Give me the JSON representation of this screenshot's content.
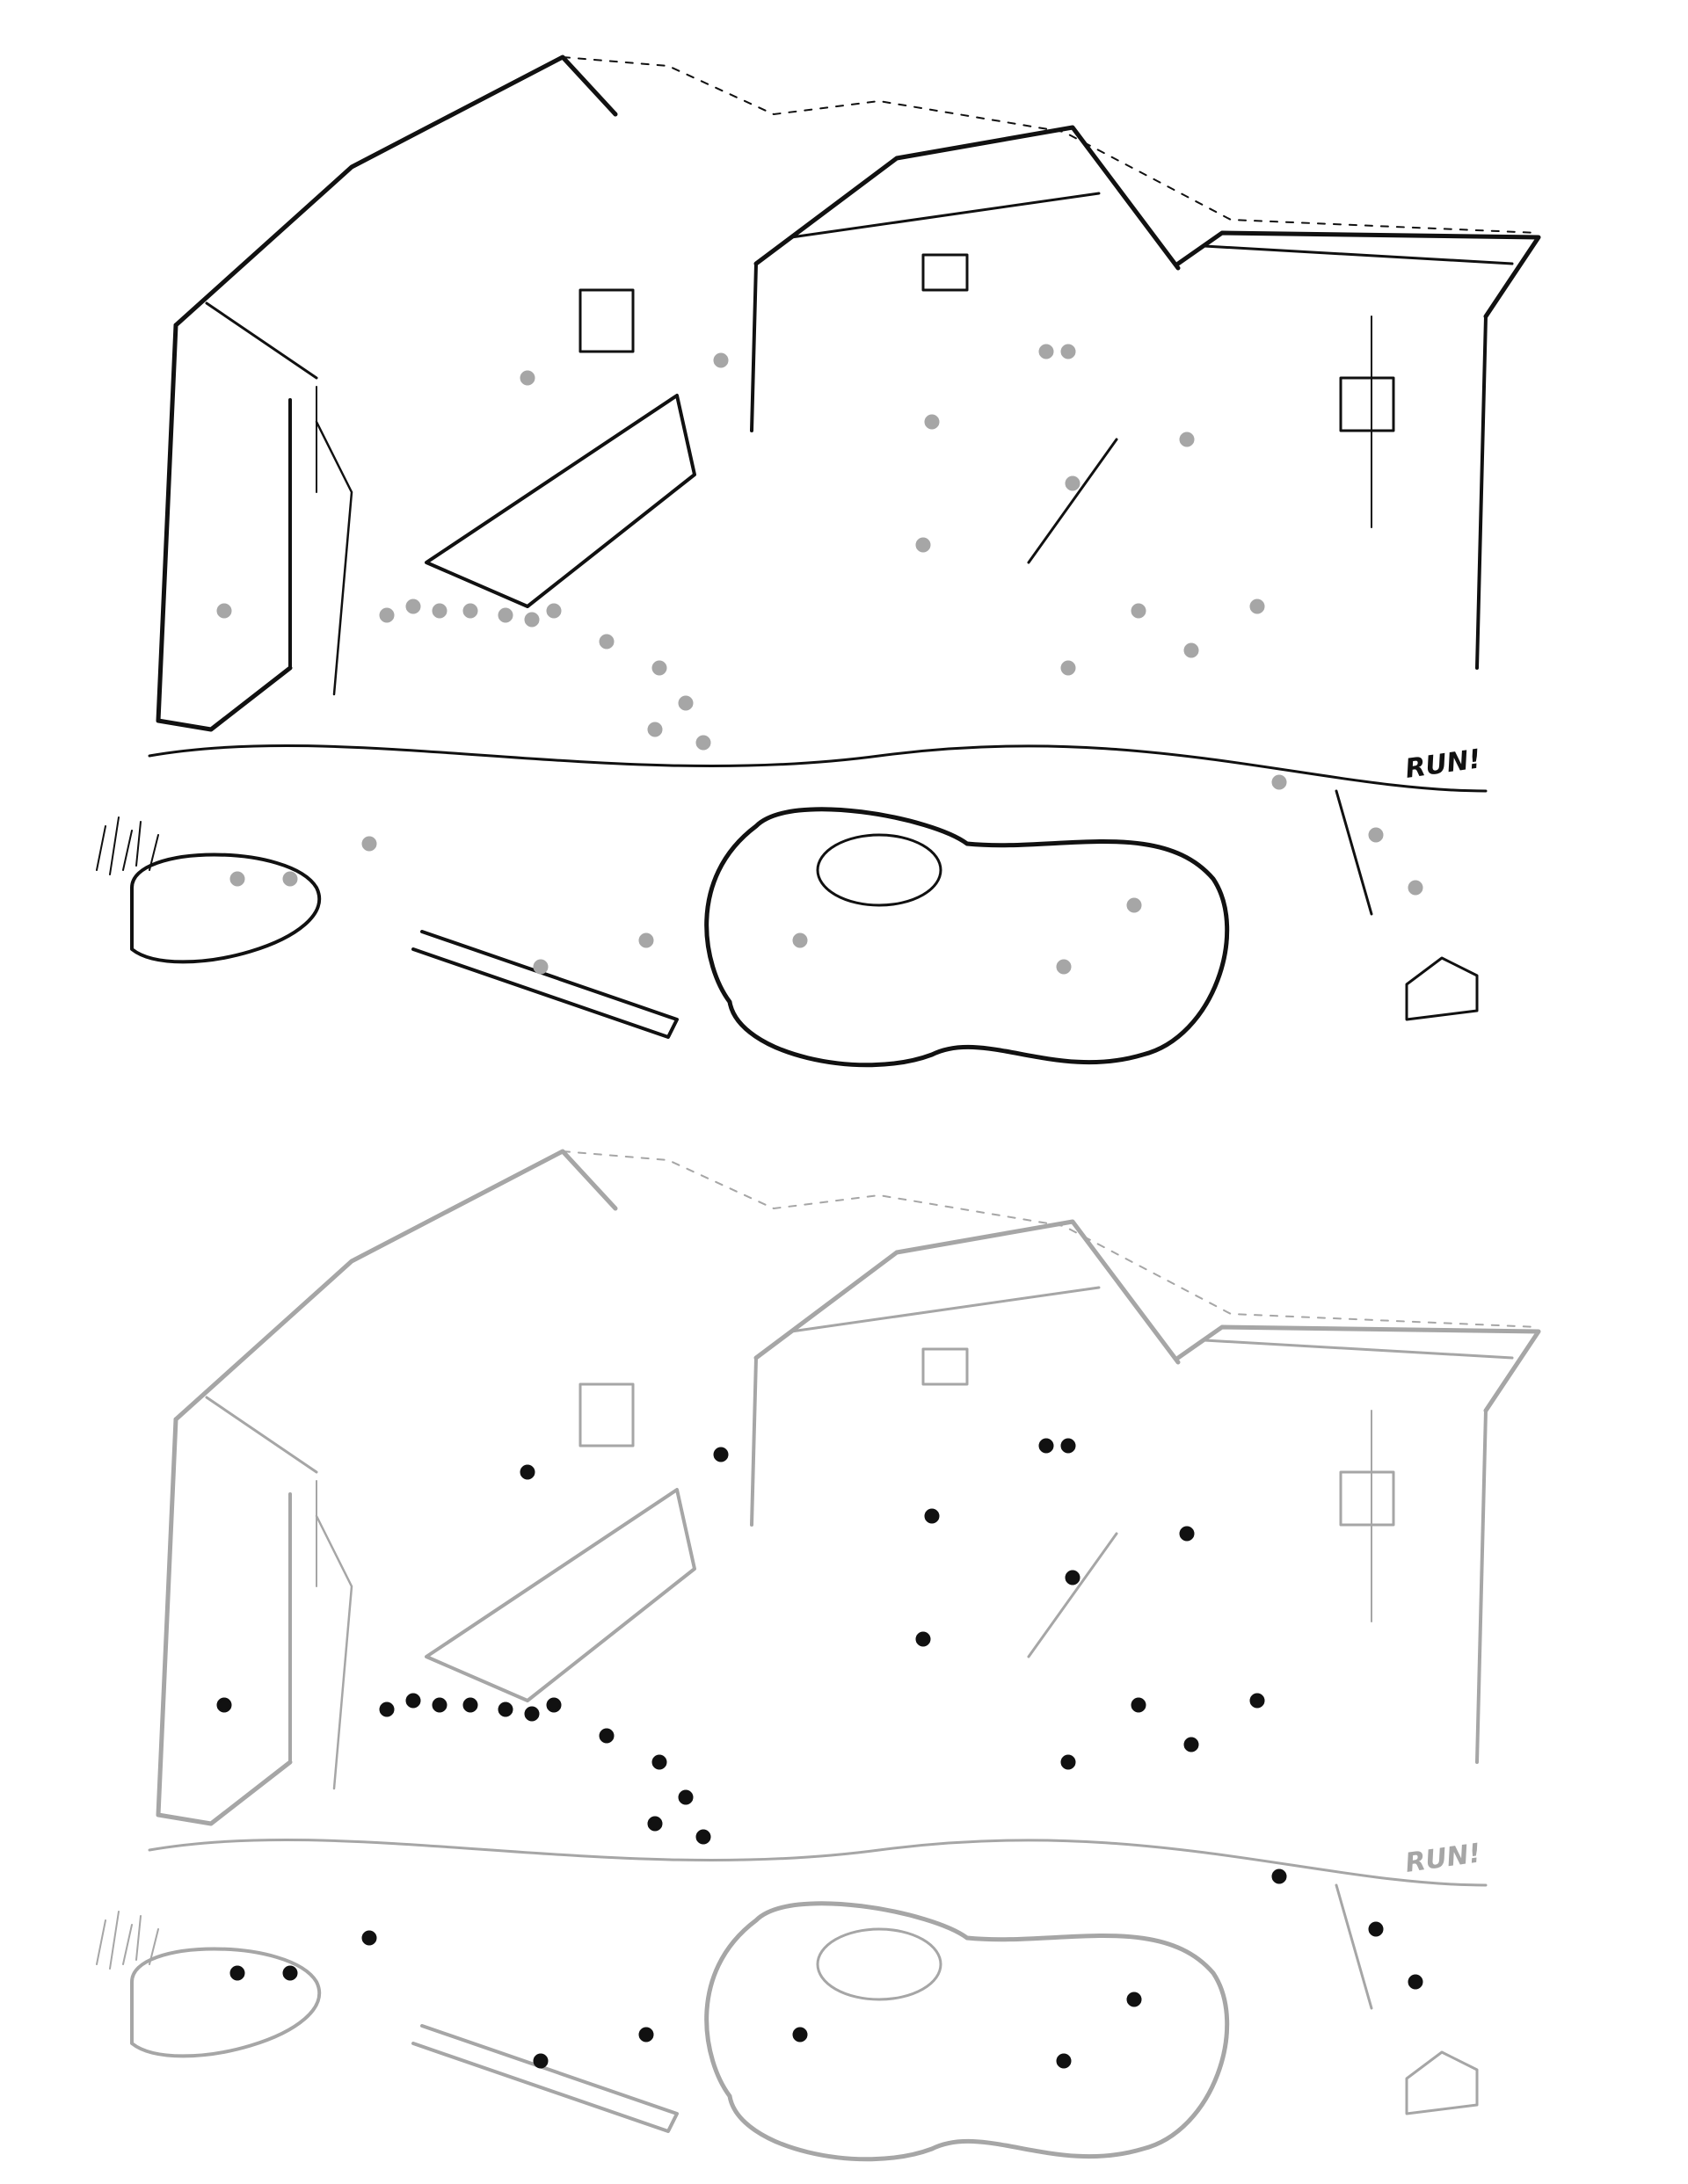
{
  "illustration": {
    "sign_text": "RUN!",
    "panels": [
      {
        "id": "top",
        "line_color": "#111111",
        "figure_color": "#a6a6a6"
      },
      {
        "id": "bottom",
        "line_color": "#a6a6a6",
        "figure_color": "#111111"
      }
    ]
  }
}
